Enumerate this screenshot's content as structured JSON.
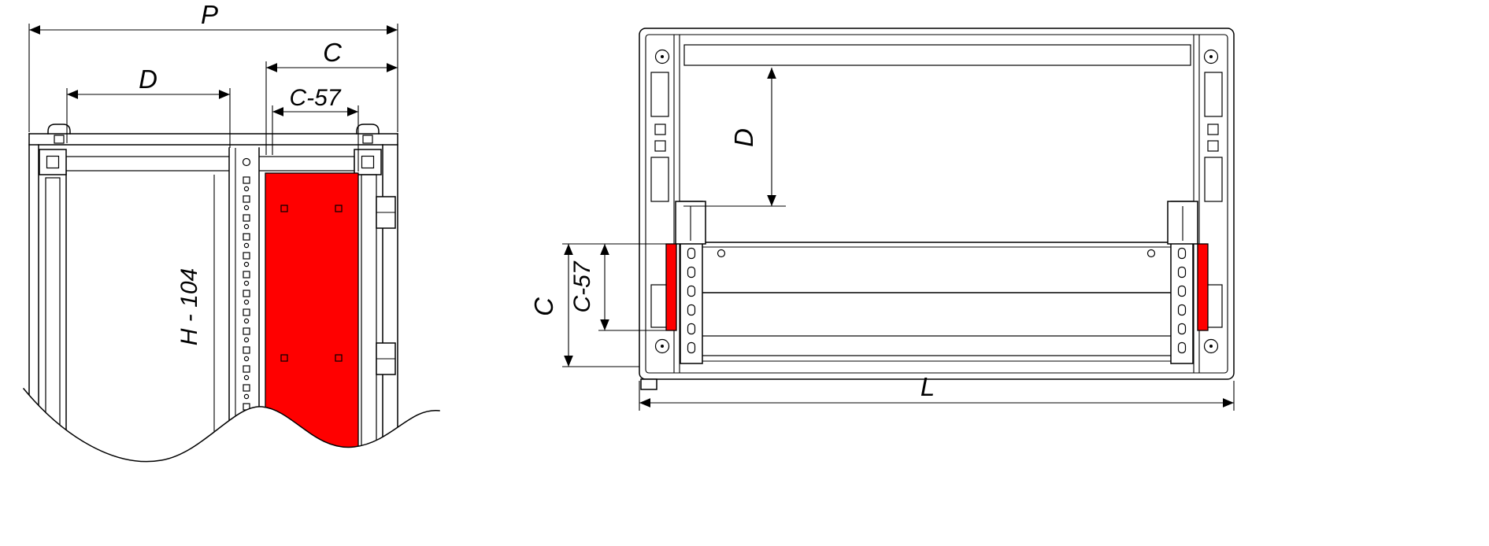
{
  "colors": {
    "highlight": "#ff0000",
    "line": "#000000",
    "background": "#ffffff"
  },
  "left_view": {
    "labels": {
      "p": "P",
      "c": "C",
      "d": "D",
      "c57": "C-57",
      "h104": "H - 104"
    }
  },
  "right_view": {
    "labels": {
      "d": "D",
      "c": "C",
      "c57": "C-57",
      "l": "L"
    }
  }
}
